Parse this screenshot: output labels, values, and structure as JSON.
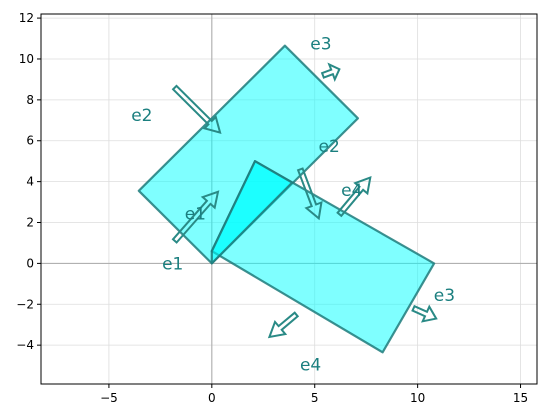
{
  "chart_data": {
    "type": "diagram-plot",
    "xlim": [
      -8.3,
      15.8
    ],
    "ylim": [
      -5.9,
      12.2
    ],
    "xticks": [
      -5,
      0,
      5,
      10,
      15
    ],
    "yticks": [
      -4,
      -2,
      0,
      2,
      4,
      6,
      8,
      10,
      12
    ],
    "xtick_labels": [
      "−5",
      "0",
      "5",
      "10",
      "15"
    ],
    "ytick_labels": [
      "−4",
      "−2",
      "0",
      "2",
      "4",
      "6",
      "8",
      "10",
      "12"
    ],
    "grid": true,
    "axis_lines_at_zero": true,
    "colors": {
      "fill": "#00ffff",
      "edge": "#1e7b7b",
      "arrow": "#2a8a86",
      "label": "#1b7f7f",
      "grid": "#dddddd",
      "zero_axis": "#a8a8a8"
    },
    "shapes": [
      {
        "vertices": [
          [
            0,
            0
          ],
          [
            7.1,
            7.1
          ],
          [
            3.55,
            10.65
          ],
          [
            -3.55,
            3.55
          ]
        ],
        "fill_opacity": 0.5
      },
      {
        "vertices": [
          [
            0,
            0.6
          ],
          [
            2.1,
            5
          ],
          [
            10.8,
            0
          ],
          [
            8.3,
            -4.35
          ]
        ],
        "fill_opacity": 0.5
      },
      {
        "vertices": [
          [
            0,
            0.6
          ],
          [
            2.1,
            5
          ],
          [
            3.9,
            3.95
          ],
          [
            0,
            0
          ]
        ],
        "fill_opacity": 0.55
      }
    ],
    "arrows": [
      {
        "from": [
          -1.8,
          1.1
        ],
        "to": [
          0.3,
          3.5
        ]
      },
      {
        "from": [
          -1.8,
          8.6
        ],
        "to": [
          0.4,
          6.4
        ]
      },
      {
        "from": [
          5.4,
          9.2
        ],
        "to": [
          6.2,
          9.5
        ]
      },
      {
        "from": [
          4.3,
          4.6
        ],
        "to": [
          5.2,
          2.2
        ]
      },
      {
        "from": [
          6.2,
          2.4
        ],
        "to": [
          7.7,
          4.2
        ]
      },
      {
        "from": [
          4.1,
          -2.5
        ],
        "to": [
          2.8,
          -3.6
        ]
      },
      {
        "from": [
          9.8,
          -2.2
        ],
        "to": [
          10.9,
          -2.7
        ]
      }
    ],
    "labels": [
      {
        "text": "e1",
        "x": -1.9,
        "y": -0.05
      },
      {
        "text": "e1",
        "x": -0.8,
        "y": 2.4
      },
      {
        "text": "e2",
        "x": -3.4,
        "y": 7.2
      },
      {
        "text": "e2",
        "x": 5.7,
        "y": 5.7
      },
      {
        "text": "e3",
        "x": 5.3,
        "y": 10.7
      },
      {
        "text": "e3",
        "x": 11.3,
        "y": -1.6
      },
      {
        "text": "e4",
        "x": 6.8,
        "y": 3.55
      },
      {
        "text": "e4",
        "x": 4.8,
        "y": -5.0
      }
    ]
  }
}
